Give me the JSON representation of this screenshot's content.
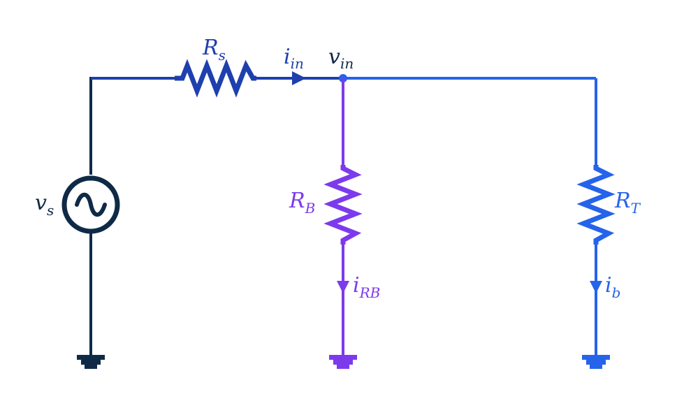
{
  "labels": {
    "source": {
      "main": "v",
      "sub": "s"
    },
    "rs": {
      "main": "R",
      "sub": "s"
    },
    "iin": {
      "main": "i",
      "sub": "in"
    },
    "vin": {
      "main": "v",
      "sub": "in"
    },
    "rb": {
      "main": "R",
      "sub": "B"
    },
    "irb": {
      "main": "i",
      "sub": "RB"
    },
    "rt": {
      "main": "R",
      "sub": "T"
    },
    "ib": {
      "main": "i",
      "sub": "b"
    }
  },
  "colors": {
    "source": "#0f2a47",
    "rs_branch": "#1e3fae",
    "node": "#2563eb",
    "rb_branch": "#7c3aed",
    "rt_branch": "#2563eb"
  }
}
